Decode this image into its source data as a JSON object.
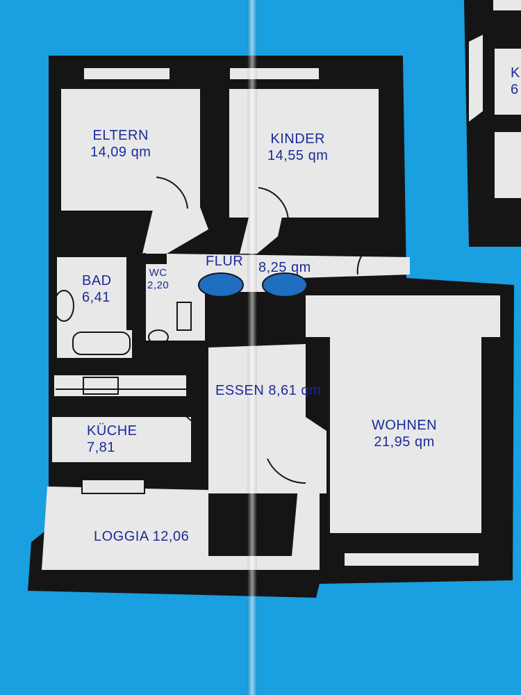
{
  "plan": {
    "colors": {
      "background": "#1a9fe0",
      "wall": "#151515",
      "floor": "#e8e8e8",
      "label": "#1c2a9a"
    },
    "rooms": {
      "eltern": {
        "name": "ELTERN",
        "area": "14,09 qm"
      },
      "kinder": {
        "name": "KINDER",
        "area": "14,55 qm"
      },
      "bad": {
        "name": "BAD",
        "area": "6,41"
      },
      "wc": {
        "name": "WC",
        "area": "2,20"
      },
      "flur": {
        "name": "FLUR",
        "area": "8,25 qm"
      },
      "essen": {
        "name": "ESSEN 8,61 qm"
      },
      "kueche": {
        "name": "KÜCHE",
        "area": "7,81"
      },
      "wohnen": {
        "name": "WOHNEN",
        "area": "21,95 qm"
      },
      "loggia": {
        "name": "LOGGIA 12,06"
      }
    },
    "neighbor": {
      "fragment": "K",
      "area_fragment": "6"
    }
  }
}
